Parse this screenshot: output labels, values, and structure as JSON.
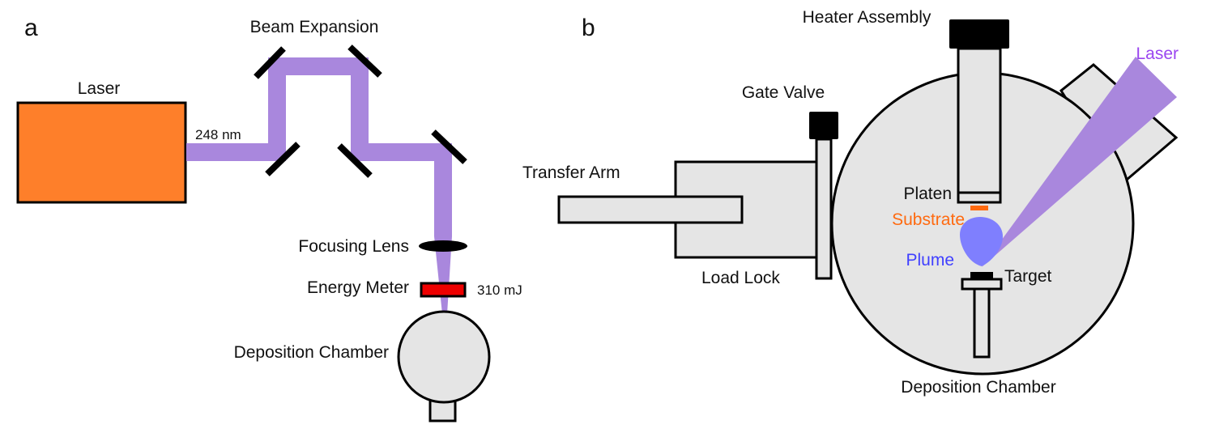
{
  "colors": {
    "laser_box": "#fe7f2a",
    "beam": "#a987dd",
    "chamber": "#e5e5e5",
    "energy_meter": "#ee0000",
    "substrate_text": "#ff6a10",
    "substrate": "#ff6a10",
    "plume": "#7f7ffe",
    "plume_text": "#4040ff",
    "laser_text": "#9a45f0",
    "outline": "#000000"
  },
  "panel_a": {
    "panel_label": "a",
    "laser_label": "Laser",
    "wavelength_label": "248 nm",
    "beam_expansion_label": "Beam Expansion",
    "focusing_lens_label": "Focusing Lens",
    "energy_meter_label": "Energy Meter",
    "energy_value": "310 mJ",
    "deposition_chamber_label": "Deposition Chamber"
  },
  "panel_b": {
    "panel_label": "b",
    "heater_assembly_label": "Heater Assembly",
    "gate_valve_label": "Gate Valve",
    "transfer_arm_label": "Transfer Arm",
    "load_lock_label": "Load Lock",
    "platen_label": "Platen",
    "substrate_label": "Substrate",
    "plume_label": "Plume",
    "target_label": "Target",
    "laser_label": "Laser",
    "deposition_chamber_label": "Deposition Chamber"
  }
}
